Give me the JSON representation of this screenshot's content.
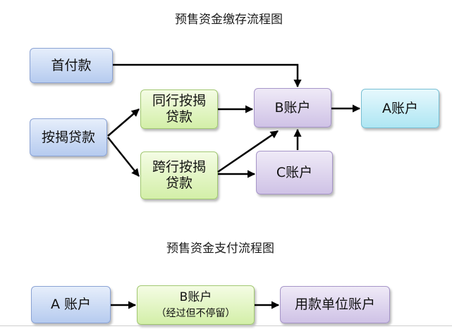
{
  "top_title": "预售资金缴存流程图",
  "bottom_title": "预售资金支付流程图",
  "nodes": {
    "down_payment": "首付款",
    "mortgage_loan": "按揭贷款",
    "same_bank_l1": "同行按揭",
    "same_bank_l2": "贷款",
    "cross_bank_l1": "跨行按揭",
    "cross_bank_l2": "贷款",
    "account_b": "B账户",
    "account_a": "A账户",
    "account_c": "C账户",
    "pay_account_a": "A 账户",
    "pay_account_b": "B账户",
    "pay_account_b_note": "（经过但不停留）",
    "pay_receiver": "用款单位账户"
  },
  "colors": {
    "blue_box": "#b6cbef",
    "green_box": "#d3efa8",
    "purple_box": "#cfc2e6",
    "cyan_box": "#aee6f3",
    "arrow": "#000000"
  }
}
